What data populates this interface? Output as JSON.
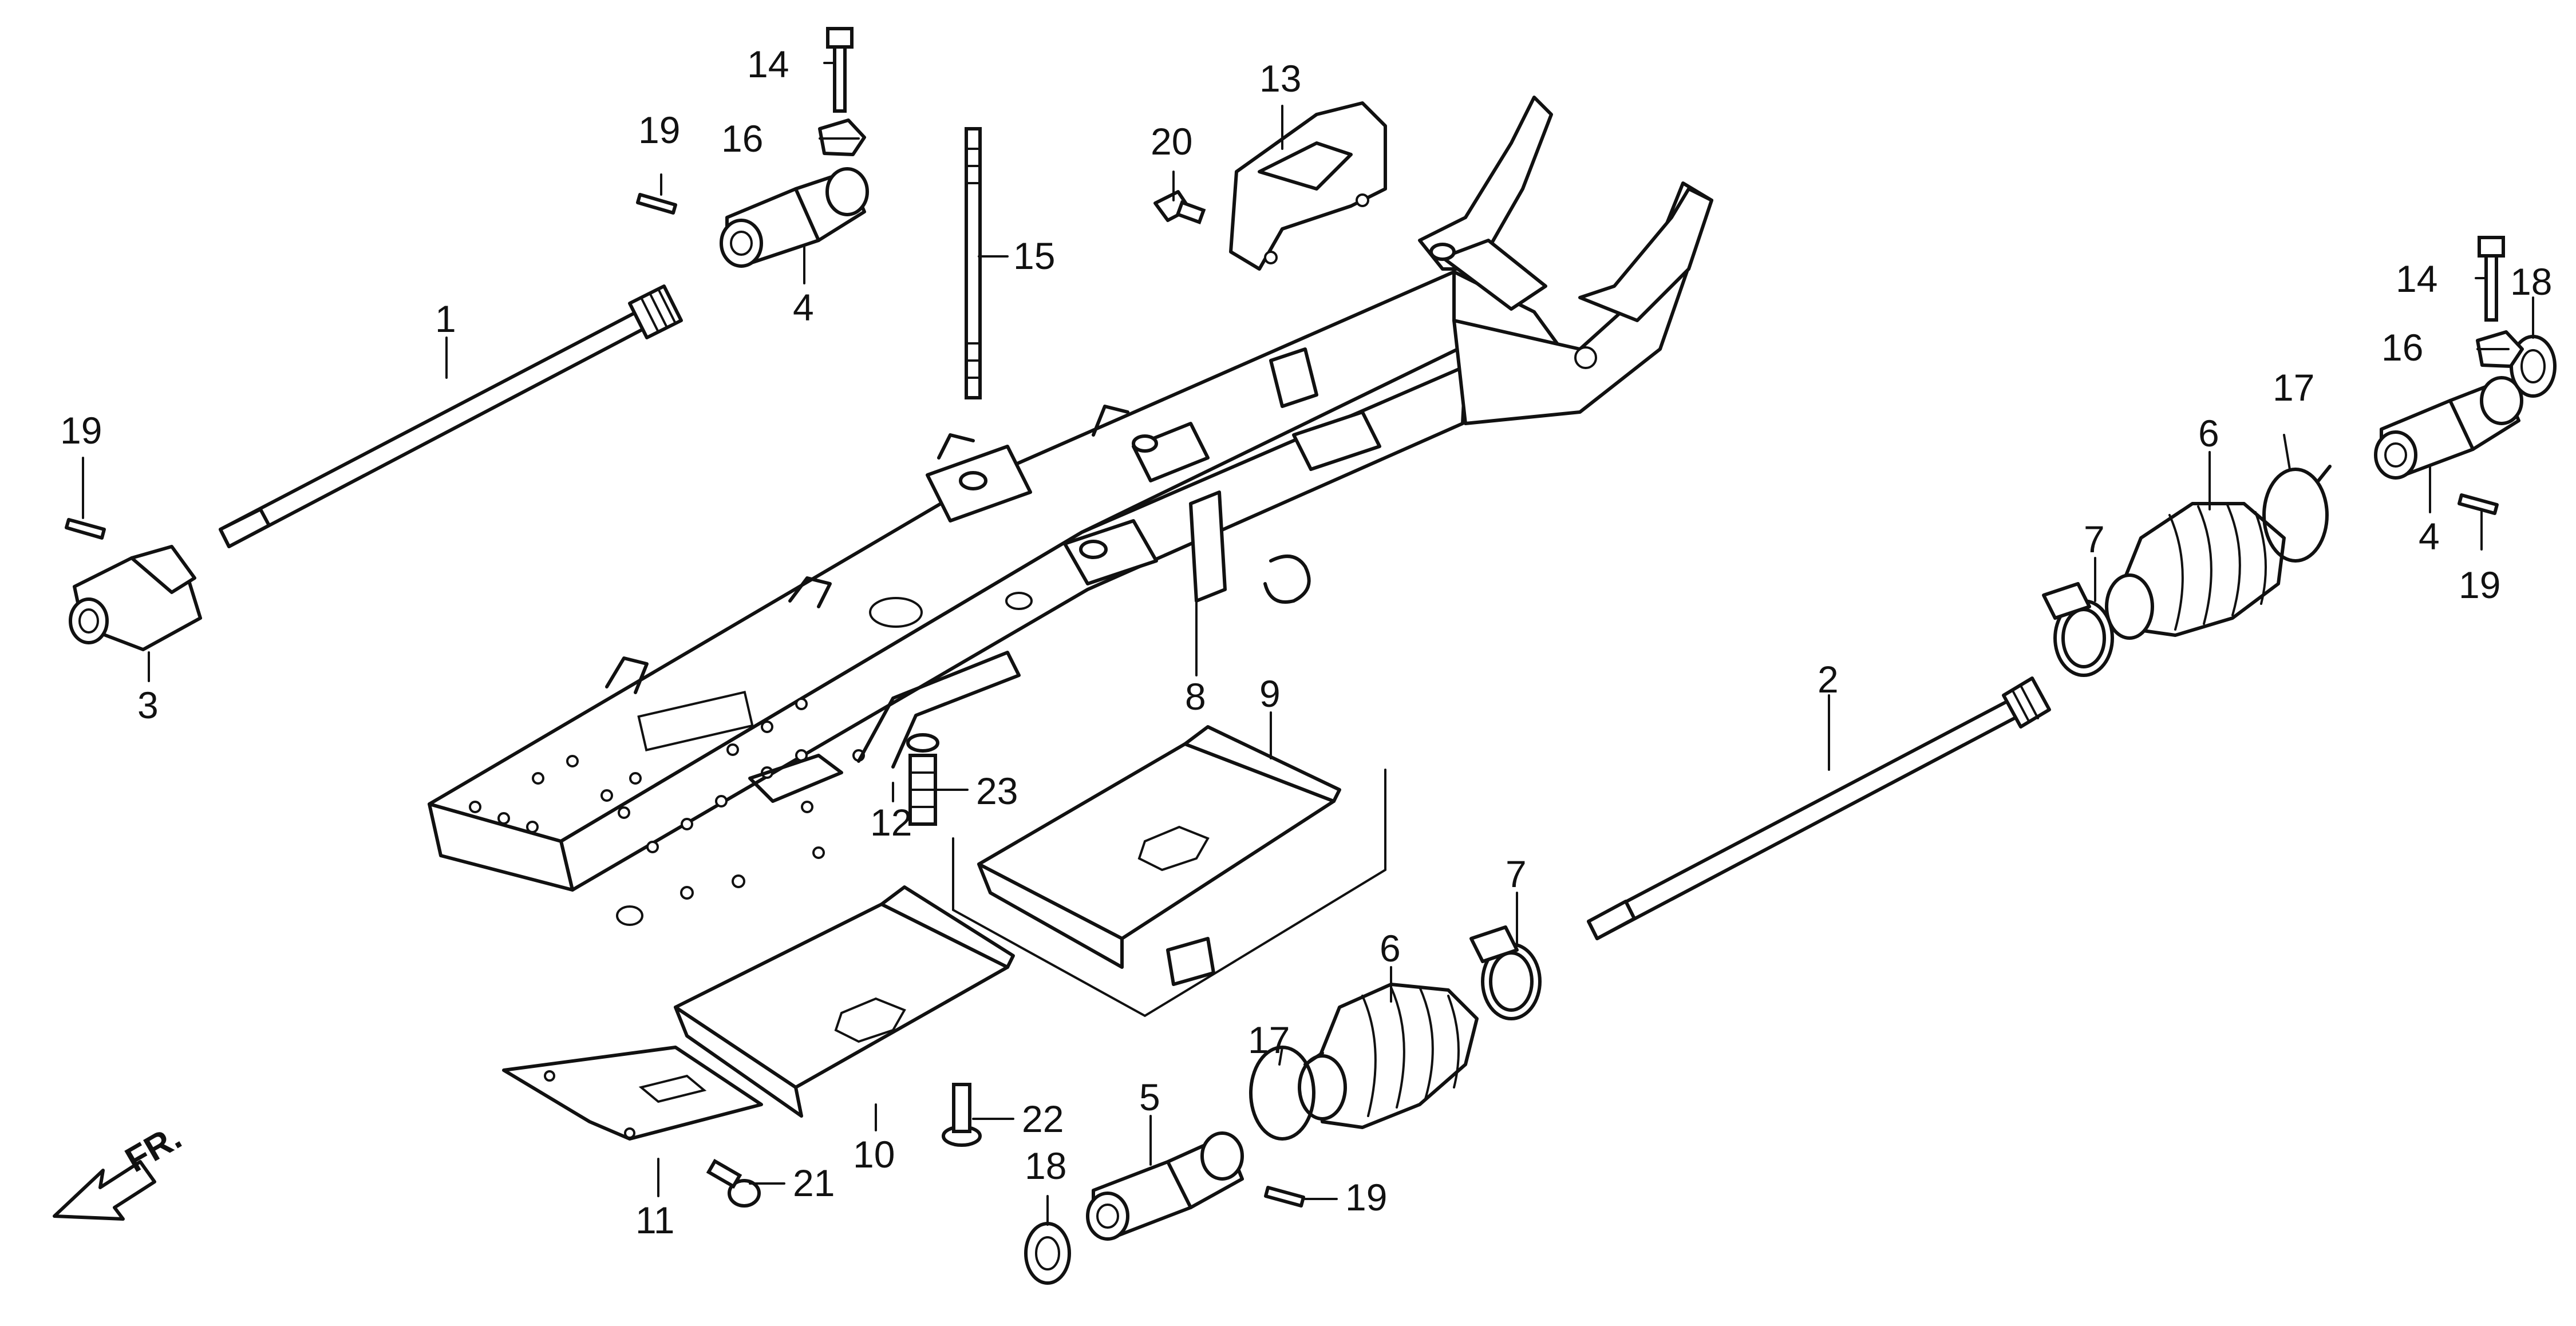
{
  "diagram": {
    "parts": [
      {
        "id": "p1",
        "label": "1"
      },
      {
        "id": "p2",
        "label": "2"
      },
      {
        "id": "p3",
        "label": "3"
      },
      {
        "id": "p4a",
        "label": "4"
      },
      {
        "id": "p4b",
        "label": "4"
      },
      {
        "id": "p5",
        "label": "5"
      },
      {
        "id": "p6a",
        "label": "6"
      },
      {
        "id": "p6b",
        "label": "6"
      },
      {
        "id": "p7a",
        "label": "7"
      },
      {
        "id": "p7b",
        "label": "7"
      },
      {
        "id": "p8",
        "label": "8"
      },
      {
        "id": "p9",
        "label": "9"
      },
      {
        "id": "p10",
        "label": "10"
      },
      {
        "id": "p11",
        "label": "11"
      },
      {
        "id": "p12",
        "label": "12"
      },
      {
        "id": "p13",
        "label": "13"
      },
      {
        "id": "p14a",
        "label": "14"
      },
      {
        "id": "p14b",
        "label": "14"
      },
      {
        "id": "p15",
        "label": "15"
      },
      {
        "id": "p16a",
        "label": "16"
      },
      {
        "id": "p16b",
        "label": "16"
      },
      {
        "id": "p17a",
        "label": "17"
      },
      {
        "id": "p17b",
        "label": "17"
      },
      {
        "id": "p18a",
        "label": "18"
      },
      {
        "id": "p18b",
        "label": "18"
      },
      {
        "id": "p19a",
        "label": "19"
      },
      {
        "id": "p19b",
        "label": "19"
      },
      {
        "id": "p19c",
        "label": "19"
      },
      {
        "id": "p19d",
        "label": "19"
      },
      {
        "id": "p20",
        "label": "20"
      },
      {
        "id": "p21",
        "label": "21"
      },
      {
        "id": "p22",
        "label": "22"
      },
      {
        "id": "p23",
        "label": "23"
      }
    ],
    "front_indicator": "FR."
  }
}
